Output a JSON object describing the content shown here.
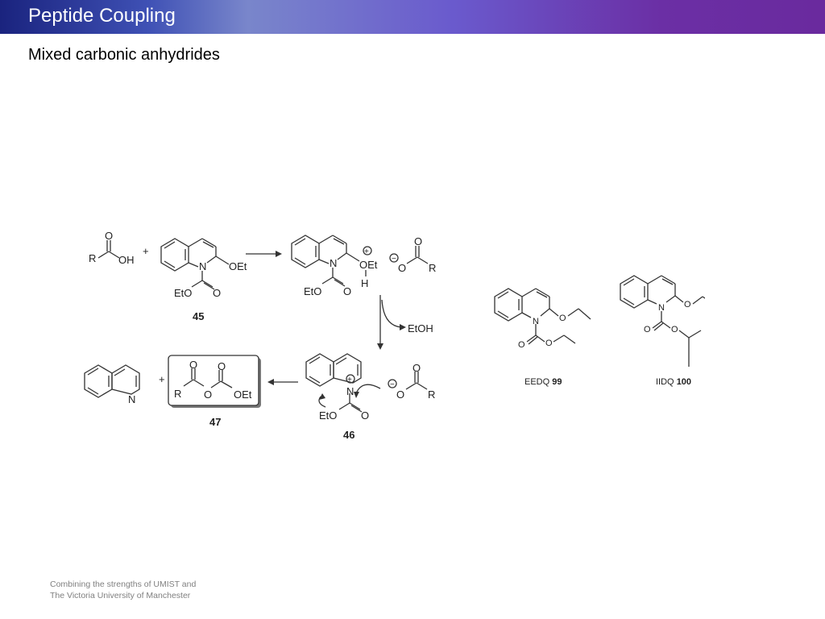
{
  "header": {
    "title": "Peptide Coupling"
  },
  "slide": {
    "subtitle": "Mixed carbonic anhydrides"
  },
  "scheme": {
    "labels": {
      "R": "R",
      "OH": "OH",
      "O": "O",
      "plus": "+",
      "N": "N",
      "OEt": "OEt",
      "EtO": "EtO",
      "H": "H",
      "EtOH": "EtOH",
      "cmpd45": "45",
      "cmpd46": "46",
      "cmpd47": "47",
      "charge_plus": "+",
      "charge_minus": "−"
    },
    "reagents": {
      "eedq": {
        "name": "EEDQ",
        "number": "99"
      },
      "iidq": {
        "name": "IIDQ",
        "number": "100"
      }
    }
  },
  "footer": {
    "line1": "Combining the strengths of UMIST and",
    "line2": "The Victoria University of Manchester"
  }
}
